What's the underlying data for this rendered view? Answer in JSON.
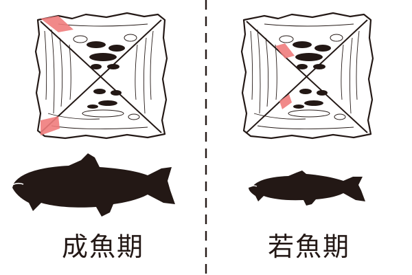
{
  "panels": [
    {
      "label": "成魚期",
      "fish": "adult-fish-silhouette",
      "highlight_color": "#f07c7c"
    },
    {
      "label": "若魚期",
      "fish": "juvenile-fish-silhouette",
      "highlight_color": "#f07c7c"
    }
  ],
  "colors": {
    "ink": "#231815",
    "highlight": "#f07c7c",
    "divider": "#231815"
  }
}
